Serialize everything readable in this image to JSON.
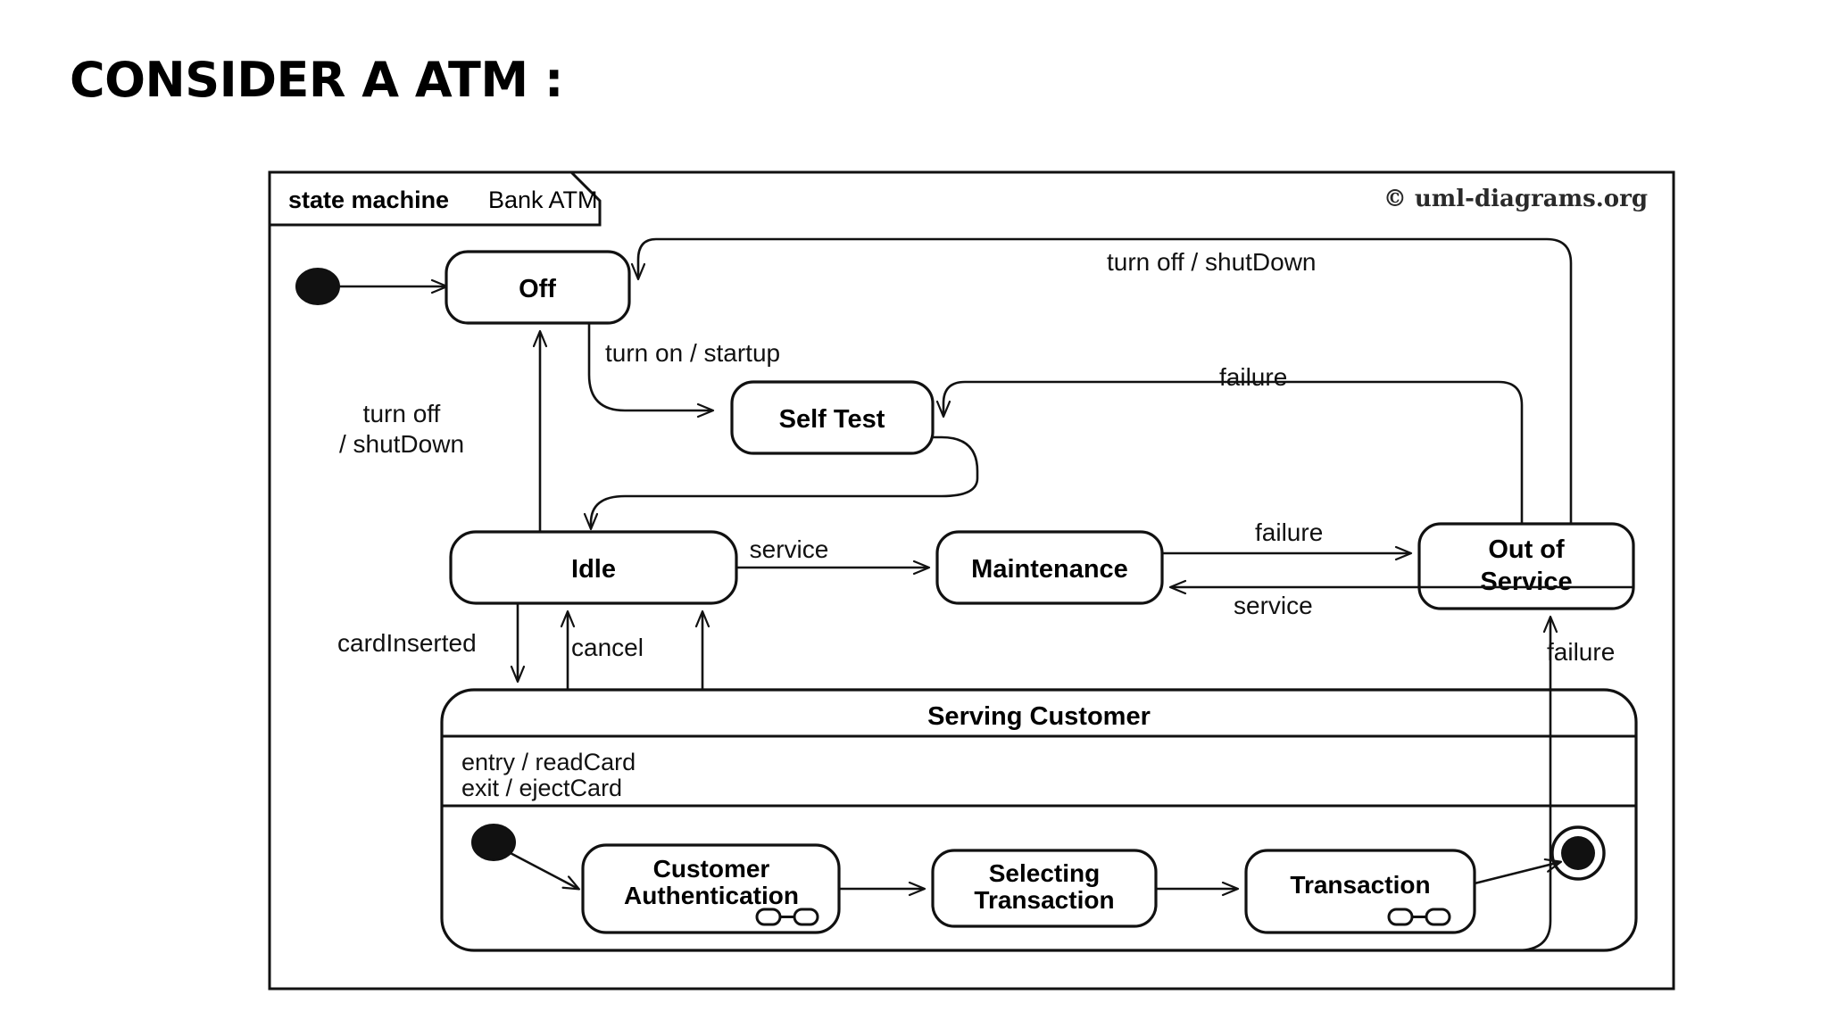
{
  "slide": {
    "title": "CONSIDER A ATM :"
  },
  "diagram": {
    "frame": {
      "kind": "state machine",
      "name": "Bank ATM",
      "credit": "© uml-diagrams.org"
    },
    "states": [
      {
        "id": "off",
        "label": "Off"
      },
      {
        "id": "self_test",
        "label": "Self Test"
      },
      {
        "id": "idle",
        "label": "Idle"
      },
      {
        "id": "maintenance",
        "label": "Maintenance"
      },
      {
        "id": "out_of_service_line1",
        "label": "Out of"
      },
      {
        "id": "out_of_service_line2",
        "label": "Service"
      },
      {
        "id": "serving_customer",
        "label": "Serving Customer"
      },
      {
        "id": "customer_auth_line1",
        "label": "Customer"
      },
      {
        "id": "customer_auth_line2",
        "label": "Authentication"
      },
      {
        "id": "selecting_tx_line1",
        "label": "Selecting"
      },
      {
        "id": "selecting_tx_line2",
        "label": "Transaction"
      },
      {
        "id": "transaction",
        "label": "Transaction"
      }
    ],
    "serving_customer": {
      "title": "Serving Customer",
      "entry_action": "entry / readCard",
      "exit_action": "exit / ejectCard"
    },
    "transitions": [
      {
        "id": "t_off_selftest",
        "label": "turn on / startup",
        "from": "Off",
        "to": "Self Test"
      },
      {
        "id": "t_idle_off",
        "label_line1": "turn off",
        "label_line2": "/ shutDown",
        "from": "Idle",
        "to": "Off"
      },
      {
        "id": "t_outofservice_off",
        "label": "turn off / shutDown",
        "from": "Out of Service",
        "to": "Off"
      },
      {
        "id": "t_outofservice_selftest",
        "label": "failure",
        "from": "Out of Service",
        "to": "Self Test"
      },
      {
        "id": "t_idle_maintenance",
        "label": "service",
        "from": "Idle",
        "to": "Maintenance"
      },
      {
        "id": "t_maintenance_outofservice",
        "label": "failure",
        "from": "Maintenance",
        "to": "Out of Service"
      },
      {
        "id": "t_outofservice_maintenance",
        "label": "service",
        "from": "Out of Service",
        "to": "Maintenance"
      },
      {
        "id": "t_idle_serving",
        "label": "cardInserted",
        "from": "Idle",
        "to": "Serving Customer"
      },
      {
        "id": "t_serving_idle_cancel",
        "label": "cancel",
        "from": "Serving Customer",
        "to": "Idle"
      },
      {
        "id": "t_serving_outofservice",
        "label": "failure",
        "from": "Serving Customer",
        "to": "Out of Service"
      }
    ],
    "labels": {
      "turn_on_startup": "turn on / startup",
      "turn_off_1": "turn off",
      "turn_off_2": "/ shutDown",
      "turn_off_shutdown": "turn off / shutDown",
      "failure_top": "failure",
      "failure_mid": "failure",
      "failure_bottom": "failure",
      "service_left": "service",
      "service_right": "service",
      "card_inserted": "cardInserted",
      "cancel": "cancel"
    },
    "colors": {
      "stroke": "#111111",
      "fill": "#ffffff",
      "background": "#ffffff",
      "text": "#000000"
    }
  }
}
